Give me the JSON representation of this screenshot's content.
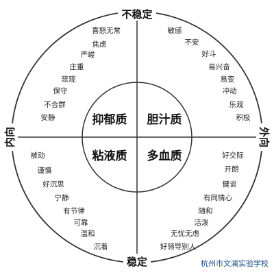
{
  "axes": {
    "top": "不稳定",
    "bottom": "稳定",
    "left": "内向",
    "right": "外向"
  },
  "center": {
    "top_left": "抑郁质",
    "top_right": "胆汁质",
    "bottom_left": "粘液质",
    "bottom_right": "多血质"
  },
  "traits": {
    "top_left": [
      "喜怒无常",
      "焦虑",
      "严峻",
      "庄重",
      "悲观",
      "保守",
      "不合群",
      "安静"
    ],
    "top_right": [
      "敏感",
      "不安",
      "好斗",
      "易兴奋",
      "易变",
      "冲动",
      "乐观",
      "积极"
    ],
    "bottom_left": [
      "被动",
      "谨慎",
      "好沉思",
      "宁静",
      "有节律",
      "可靠",
      "温和",
      "沉着"
    ],
    "bottom_right": [
      "好交际",
      "开朗",
      "健谈",
      "有同情心",
      "随和",
      "活泼",
      "无忧无虑",
      "好领导别人"
    ]
  },
  "watermark": "杭州市文澜实验学校"
}
